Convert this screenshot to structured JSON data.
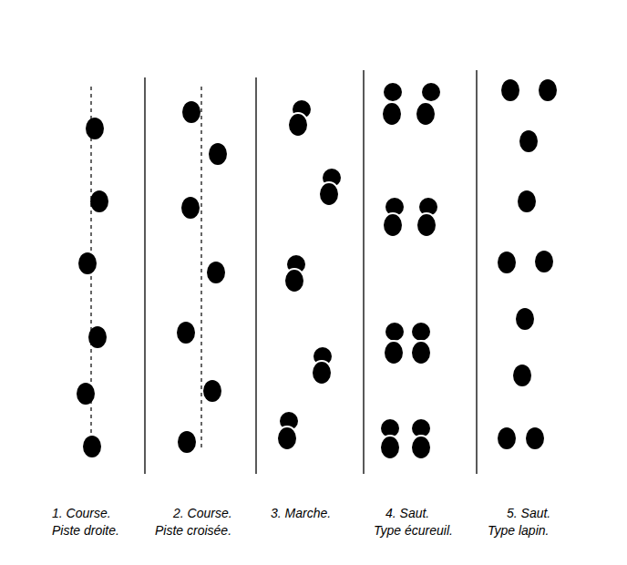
{
  "diagram": {
    "labels": [
      "1. Course.",
      "Piste droite.",
      "2. Course.",
      "Piste croisée.",
      "3. Marche.",
      "4. Saut.",
      "Type écureuil.",
      "5. Saut.",
      "Type lapin."
    ]
  }
}
